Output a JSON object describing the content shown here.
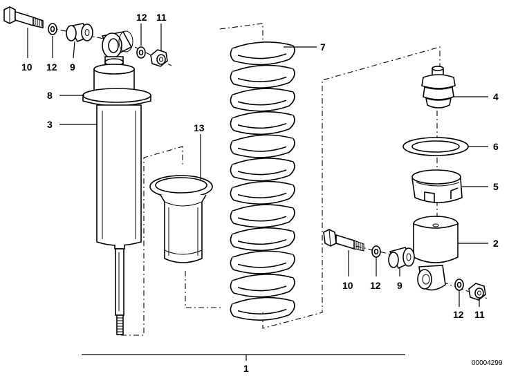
{
  "diagram": {
    "assembly_callout": "1",
    "document_id": "00004299",
    "callouts": {
      "shock_absorber": "3",
      "upper_flange": "8",
      "upper_bolt": "10",
      "upper_washer_a": "12",
      "upper_bushing": "9",
      "upper_washer_b": "12",
      "upper_nut": "11",
      "coil_spring": "7",
      "bump_stop_sleeve": "13",
      "rubber_buffer": "4",
      "spring_pad": "6",
      "spring_seat_cup": "5",
      "lower_mount": "2",
      "lower_bolt": "10",
      "lower_washer_a": "12",
      "lower_bushing": "9",
      "lower_washer_b": "12",
      "lower_nut": "11"
    }
  }
}
